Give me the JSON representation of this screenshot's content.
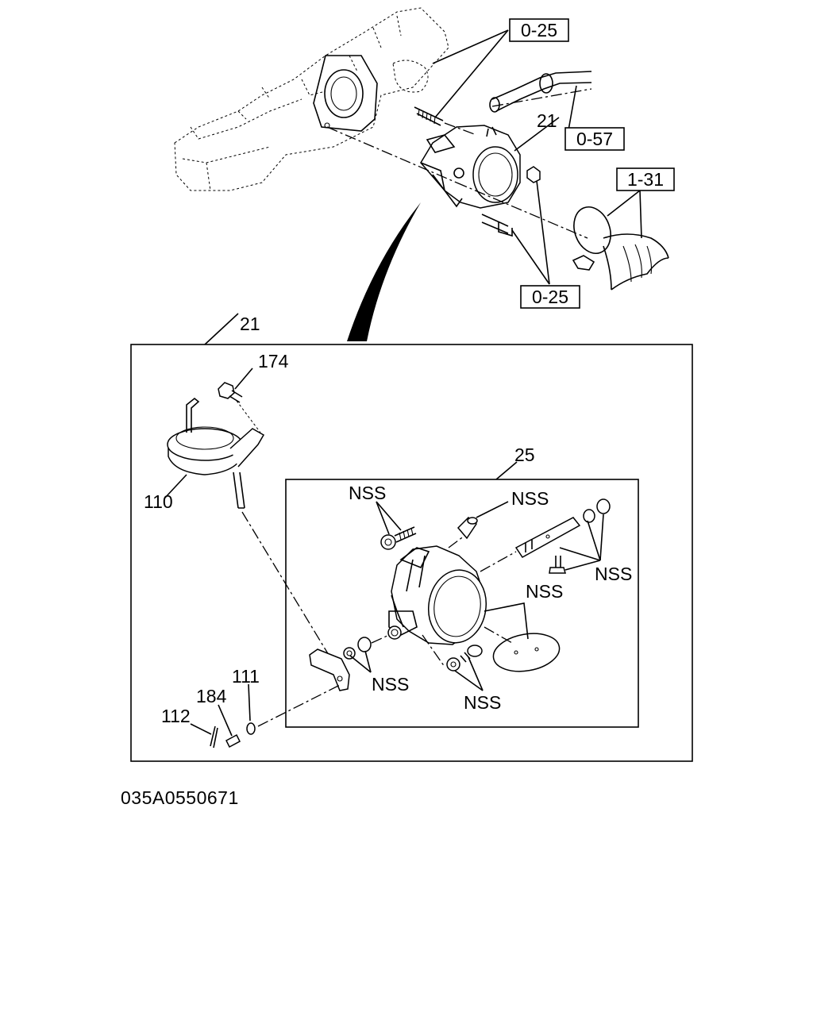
{
  "references": {
    "ref_top": "0-25",
    "ref_hose": "0-57",
    "ref_duct": "1-31",
    "ref_bottom": "0-25"
  },
  "callouts": {
    "throttle_body": "21",
    "detail_assembly": "21",
    "bolt": "174",
    "actuator": "110",
    "throttle_subassembly": "25",
    "nss_stud": "NSS",
    "nss_sensor": "NSS",
    "nss_shaft": "NSS",
    "nss_plate": "NSS",
    "nss_lever": "NSS",
    "nss_screw": "NSS",
    "washer": "111",
    "pin": "184",
    "cotter": "112"
  },
  "figure_code": "035A0550671"
}
